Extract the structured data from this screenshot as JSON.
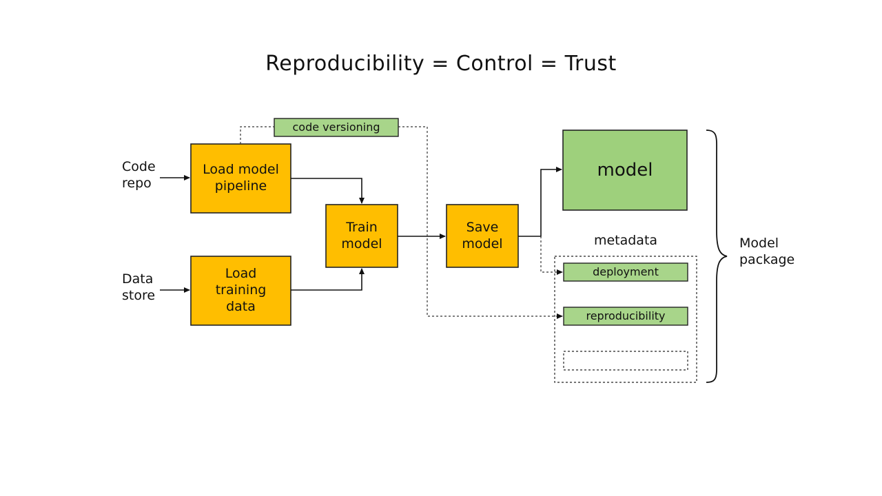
{
  "title": "Reproducibility = Control = Trust",
  "inputs": {
    "code_repo": "Code\nrepo",
    "data_store": "Data\nstore"
  },
  "steps": {
    "load_model_pipeline": "Load model\npipeline",
    "load_training_data": "Load\ntraining\ndata",
    "train_model": "Train\nmodel",
    "save_model": "Save\nmodel"
  },
  "tags": {
    "code_versioning": "code versioning",
    "deployment": "deployment",
    "reproducibility": "reproducibility"
  },
  "outputs": {
    "model": "model",
    "metadata": "metadata",
    "model_package": "Model\npackage"
  },
  "colors": {
    "step_fill": "#FFBE00",
    "tag_fill": "#A8D58A",
    "model_fill": "#9ED07C",
    "stroke": "#222222"
  }
}
